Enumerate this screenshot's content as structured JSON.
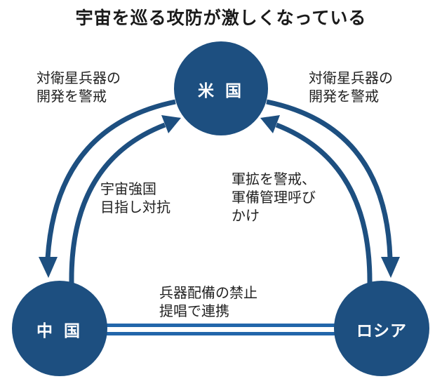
{
  "title": "宇宙を巡る攻防が激しくなっている",
  "colors": {
    "node_fill": "#1d4f80",
    "arrow": "#1d4f80",
    "link": "#2266aa",
    "text": "#222222"
  },
  "nodes": {
    "usa": "米 国",
    "china": "中 国",
    "russia": "ロシア"
  },
  "relations": {
    "usa_to_china": [
      "対衛星兵器の",
      "開発を警戒"
    ],
    "usa_to_russia": [
      "対衛星兵器の",
      "開発を警戒"
    ],
    "china_to_usa": [
      "宇宙強国",
      "目指し対抗"
    ],
    "russia_to_usa": [
      "軍拡を警戒、",
      "軍備管理呼び",
      "かけ"
    ],
    "china_russia": [
      "兵器配備の禁止",
      "提唱で連携"
    ]
  }
}
